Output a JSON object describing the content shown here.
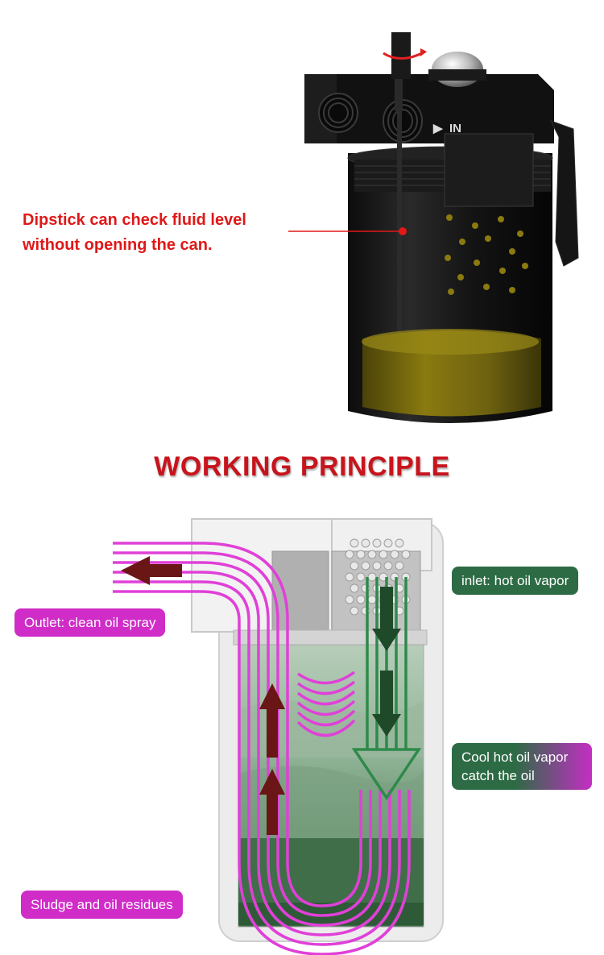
{
  "top_callout": {
    "line1": "Dipstick can check fluid level",
    "line2": "without opening the can."
  },
  "can_marking": "IN",
  "section_title": "WORKING PRINCIPLE",
  "labels": {
    "outlet": "Outlet: clean oil spray",
    "inlet": "inlet: hot oil vapor",
    "cool_line1": "Cool hot oil vapor",
    "cool_line2": "catch the oil",
    "sludge": "Sludge and oil residues"
  },
  "colors": {
    "callout_red": "#e01818",
    "title_red": "#c8141c",
    "outlet_flow": "#e040d8",
    "inlet_flow": "#2e8a4a",
    "oil": "#8a7a10"
  }
}
